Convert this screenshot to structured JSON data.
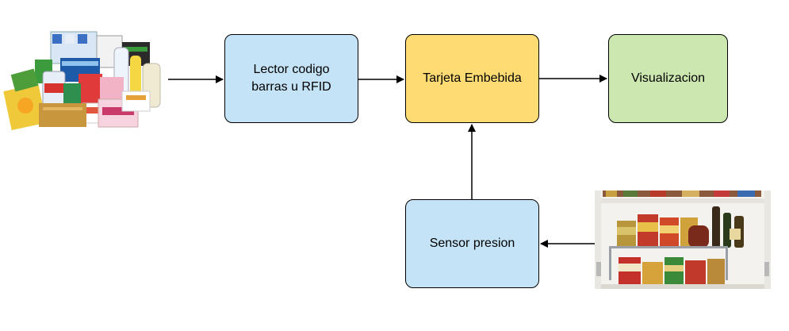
{
  "nodes": {
    "lector": "Lector codigo\nbarras u RFID",
    "tarjeta": "Tarjeta Embebida",
    "visualizacion": "Visualizacion",
    "sensor": "Sensor presion"
  },
  "images": {
    "products": "grocery-products-image",
    "pantry": "pantry-shelf-image"
  },
  "colors": {
    "blue_fill": "#c5e3f6",
    "yellow_fill": "#ffdc73",
    "green_fill": "#cde7b0"
  }
}
